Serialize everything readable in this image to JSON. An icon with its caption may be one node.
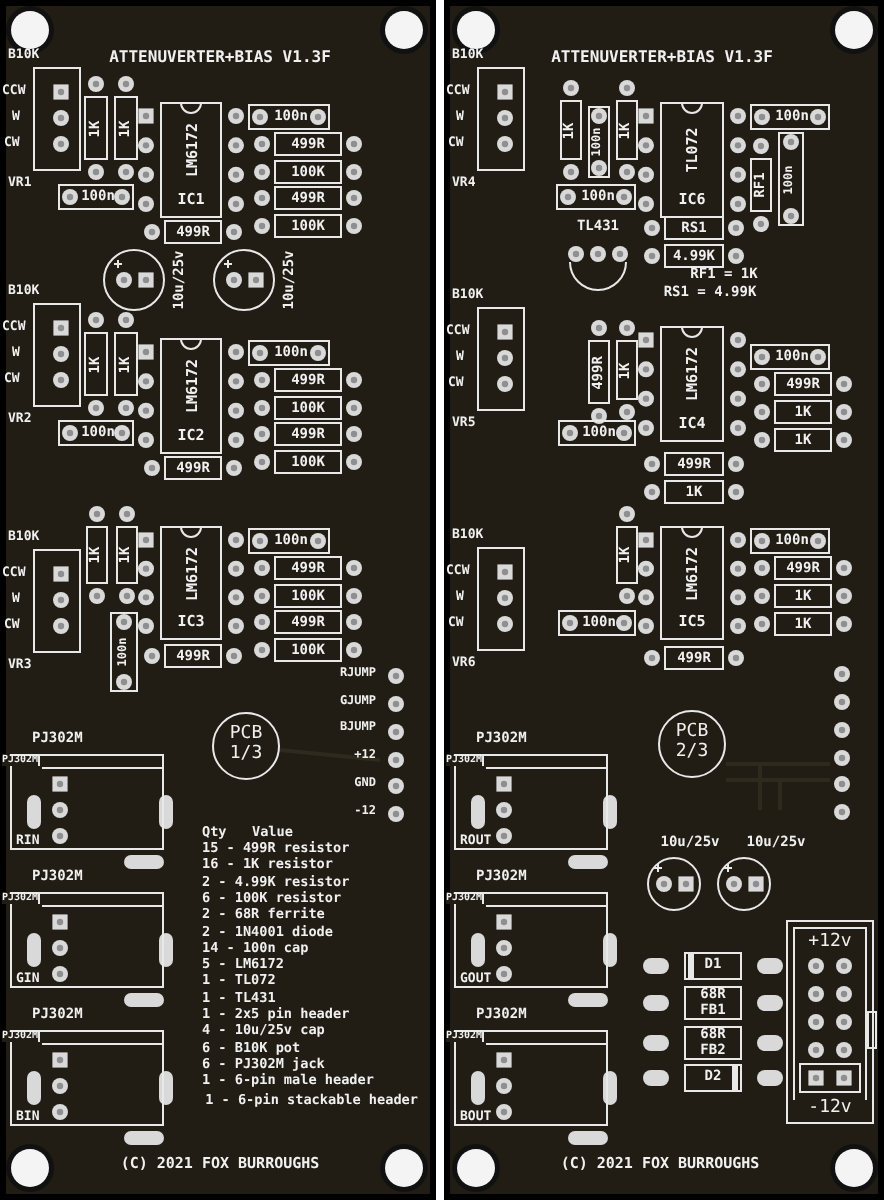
{
  "diagram": {
    "nodes": [
      {
        "text": [
          "B10K",
          "CCW",
          "W",
          "CW",
          "VR1"
        ]
      },
      {
        "text": [
          "1K"
        ]
      },
      {
        "text": [
          "1K"
        ]
      },
      {
        "text": [
          "LM6172",
          "IC1"
        ]
      },
      {
        "text": [
          "100n"
        ]
      },
      {
        "text": [
          "499R"
        ]
      },
      {
        "text": [
          "100K"
        ]
      },
      {
        "text": [
          "499R"
        ]
      },
      {
        "text": [
          "100K"
        ]
      },
      {
        "text": [
          "100n"
        ]
      },
      {
        "text": [
          "499R"
        ]
      },
      {
        "text": [
          "B10K",
          "CCW",
          "W",
          "CW",
          "VR2"
        ]
      },
      {
        "text": [
          "1K"
        ]
      },
      {
        "text": [
          "1K"
        ]
      },
      {
        "text": [
          "LM6172",
          "IC2"
        ]
      },
      {
        "text": [
          "100n"
        ]
      },
      {
        "text": [
          "499R"
        ]
      },
      {
        "text": [
          "100K"
        ]
      },
      {
        "text": [
          "499R"
        ]
      },
      {
        "text": [
          "100K"
        ]
      },
      {
        "text": [
          "100n"
        ]
      },
      {
        "text": [
          "499R"
        ]
      },
      {
        "text": [
          "B10K",
          "CCW",
          "W",
          "CW",
          "VR3"
        ]
      },
      {
        "text": [
          "1K"
        ]
      },
      {
        "text": [
          "1K"
        ]
      },
      {
        "text": [
          "LM6172",
          "IC3"
        ]
      },
      {
        "text": [
          "100n"
        ]
      },
      {
        "text": [
          "499R"
        ]
      },
      {
        "text": [
          "100K"
        ]
      },
      {
        "text": [
          "499R"
        ]
      },
      {
        "text": [
          "100K"
        ]
      },
      {
        "text": [
          "100n"
        ]
      },
      {
        "text": [
          "499R"
        ]
      },
      {
        "text": [
          "PCB 1/3"
        ]
      },
      {
        "text": [
          "PJ302M",
          "PJ302M",
          "RIN"
        ]
      },
      {
        "text": [
          "PJ302M",
          "PJ302M",
          "GIN"
        ]
      },
      {
        "text": [
          "PJ302M",
          "PJ302M",
          "BIN"
        ]
      },
      {
        "text": [
          "B10K",
          "CCW",
          "W",
          "CW",
          "VR4"
        ]
      },
      {
        "text": [
          "1K"
        ]
      },
      {
        "text": [
          "100n"
        ]
      },
      {
        "text": [
          "1K"
        ]
      },
      {
        "text": [
          "TL072",
          "IC6"
        ]
      },
      {
        "text": [
          "100n"
        ]
      },
      {
        "text": [
          "RF1"
        ]
      },
      {
        "text": [
          "100n"
        ]
      },
      {
        "text": [
          "100n"
        ]
      },
      {
        "text": [
          "TL431"
        ]
      },
      {
        "text": [
          "RS1"
        ]
      },
      {
        "text": [
          "4.99K"
        ]
      },
      {
        "text": [
          "B10K",
          "CCW",
          "W",
          "CW",
          "VR5"
        ]
      },
      {
        "text": [
          "499R"
        ]
      },
      {
        "text": [
          "1K"
        ]
      },
      {
        "text": [
          "LM6172",
          "IC4"
        ]
      },
      {
        "text": [
          "100n"
        ]
      },
      {
        "text": [
          "499R"
        ]
      },
      {
        "text": [
          "1K"
        ]
      },
      {
        "text": [
          "1K"
        ]
      },
      {
        "text": [
          "100n"
        ]
      },
      {
        "text": [
          "499R"
        ]
      },
      {
        "text": [
          "1K"
        ]
      },
      {
        "text": [
          "B10K",
          "CCW",
          "W",
          "CW",
          "VR6"
        ]
      },
      {
        "text": [
          "1K"
        ]
      },
      {
        "text": [
          "LM6172",
          "IC5"
        ]
      },
      {
        "text": [
          "100n"
        ]
      },
      {
        "text": [
          "499R"
        ]
      },
      {
        "text": [
          "1K"
        ]
      },
      {
        "text": [
          "1K"
        ]
      },
      {
        "text": [
          "100n"
        ]
      },
      {
        "text": [
          "499R"
        ]
      },
      {
        "text": [
          "PCB 2/3"
        ]
      },
      {
        "text": [
          "PJ302M",
          "PJ302M",
          "ROUT"
        ]
      },
      {
        "text": [
          "PJ302M",
          "PJ302M",
          "GOUT"
        ]
      },
      {
        "text": [
          "PJ302M",
          "PJ302M",
          "BOUT"
        ]
      },
      {
        "text": [
          "D1"
        ]
      },
      {
        "text": [
          "68R FB1"
        ]
      },
      {
        "text": [
          "68R FB2"
        ]
      },
      {
        "text": [
          "D2"
        ]
      },
      {
        "text": [
          "+12v",
          "-12v"
        ]
      }
    ],
    "labels": [
      "ATTENUVERTER+BIAS V1.3F",
      "10u/25v",
      "10u/25v",
      "RJUMP",
      "GJUMP",
      "BJUMP",
      "+12",
      "GND",
      "-12",
      "Qty",
      "Value",
      "15 - 499R resistor",
      "16 - 1K resistor",
      "2 - 4.99K resistor",
      "6 - 100K resistor",
      "2 - 68R ferrite",
      "2 - 1N4001 diode",
      "14 - 100n cap",
      "5 - LM6172",
      "1 - TL072",
      "1 - TL431",
      "1 - 2x5 pin header",
      "4 - 10u/25v cap",
      "6 - B10K pot",
      "6 - PJ302M jack",
      "1 - 6-pin male header",
      "1 - 6-pin stackable header",
      "(C) 2021 FOX BURROUGHS",
      "ATTENUVERTER+BIAS V1.3F",
      "RF1 = 1K",
      "RS1 = 4.99K",
      "10u/25v",
      "10u/25v",
      "(C) 2021 FOX BURROUGHS"
    ]
  }
}
